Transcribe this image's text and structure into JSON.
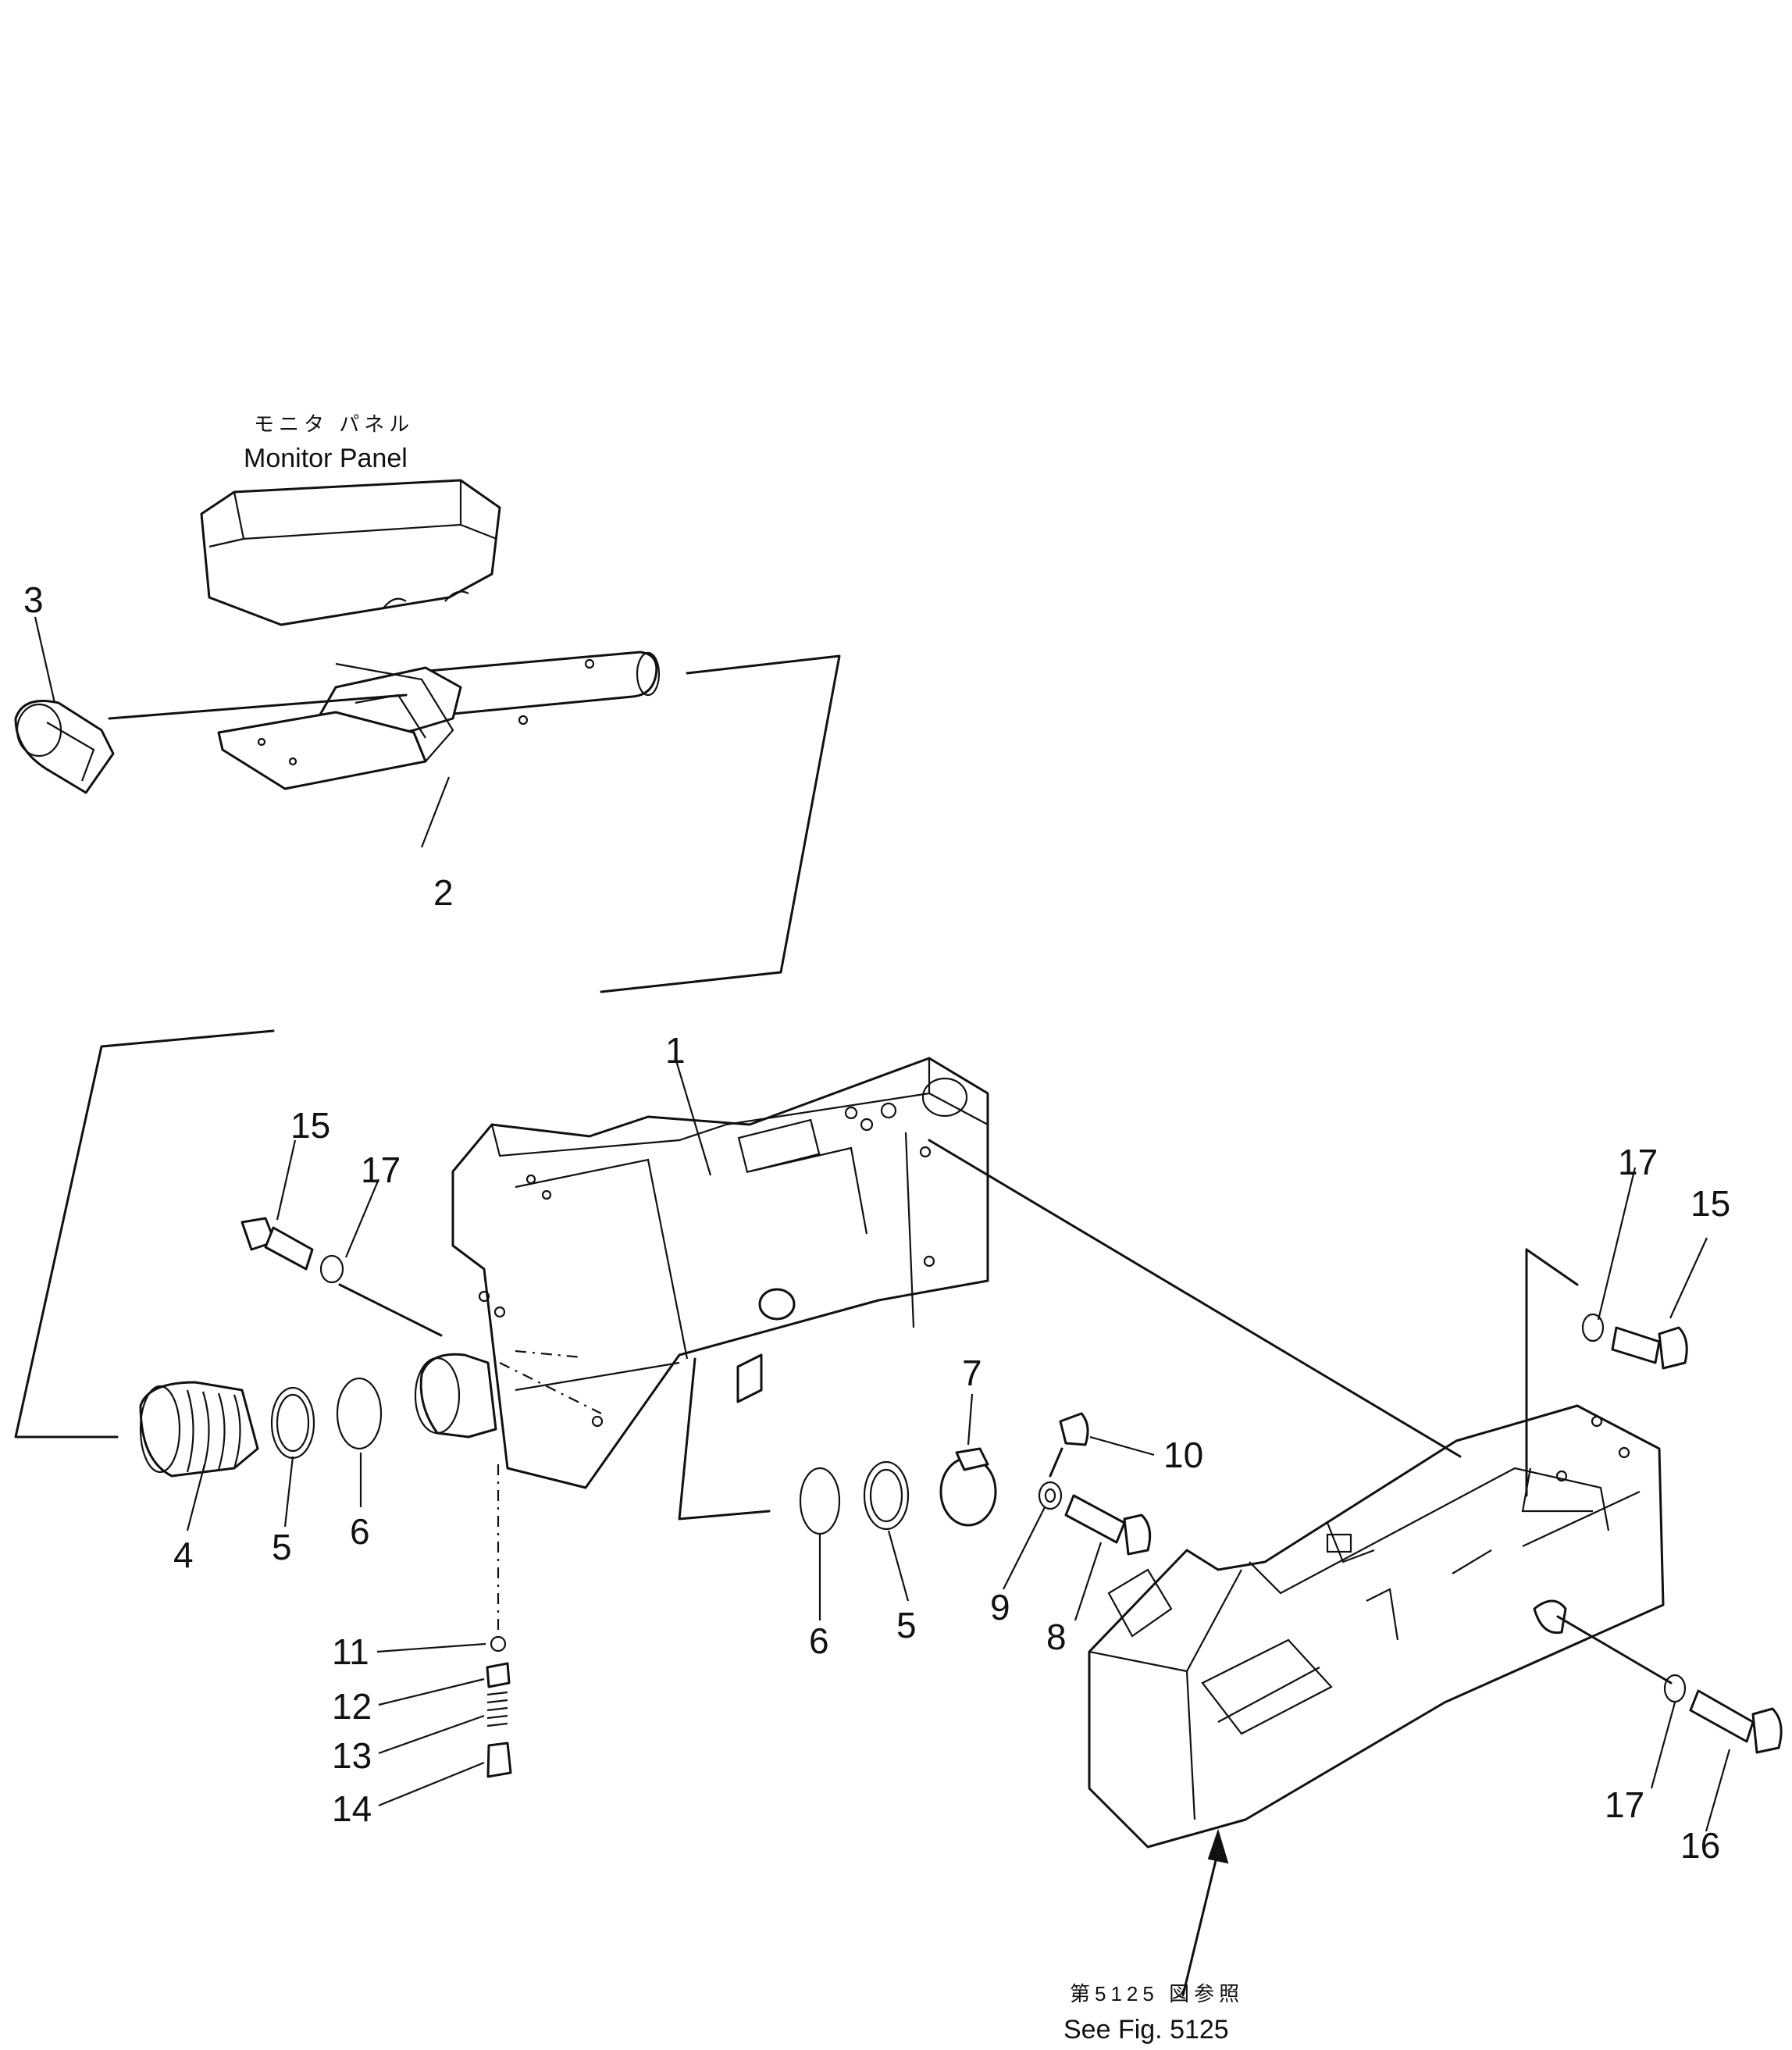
{
  "captions": {
    "monitor_panel_jp": "モニタ パネル",
    "monitor_panel_en": "Monitor Panel",
    "see_fig_jp": "第5125 図参照",
    "see_fig_en": "See Fig. 5125"
  },
  "callouts": {
    "c1": "1",
    "c2": "2",
    "c3": "3",
    "c4": "4",
    "c5a": "5",
    "c5b": "5",
    "c6a": "6",
    "c6b": "6",
    "c7": "7",
    "c8": "8",
    "c9": "9",
    "c10": "10",
    "c11": "11",
    "c12": "12",
    "c13": "13",
    "c14": "14",
    "c15a": "15",
    "c15b": "15",
    "c16": "16",
    "c17a": "17",
    "c17b": "17",
    "c17c": "17"
  }
}
